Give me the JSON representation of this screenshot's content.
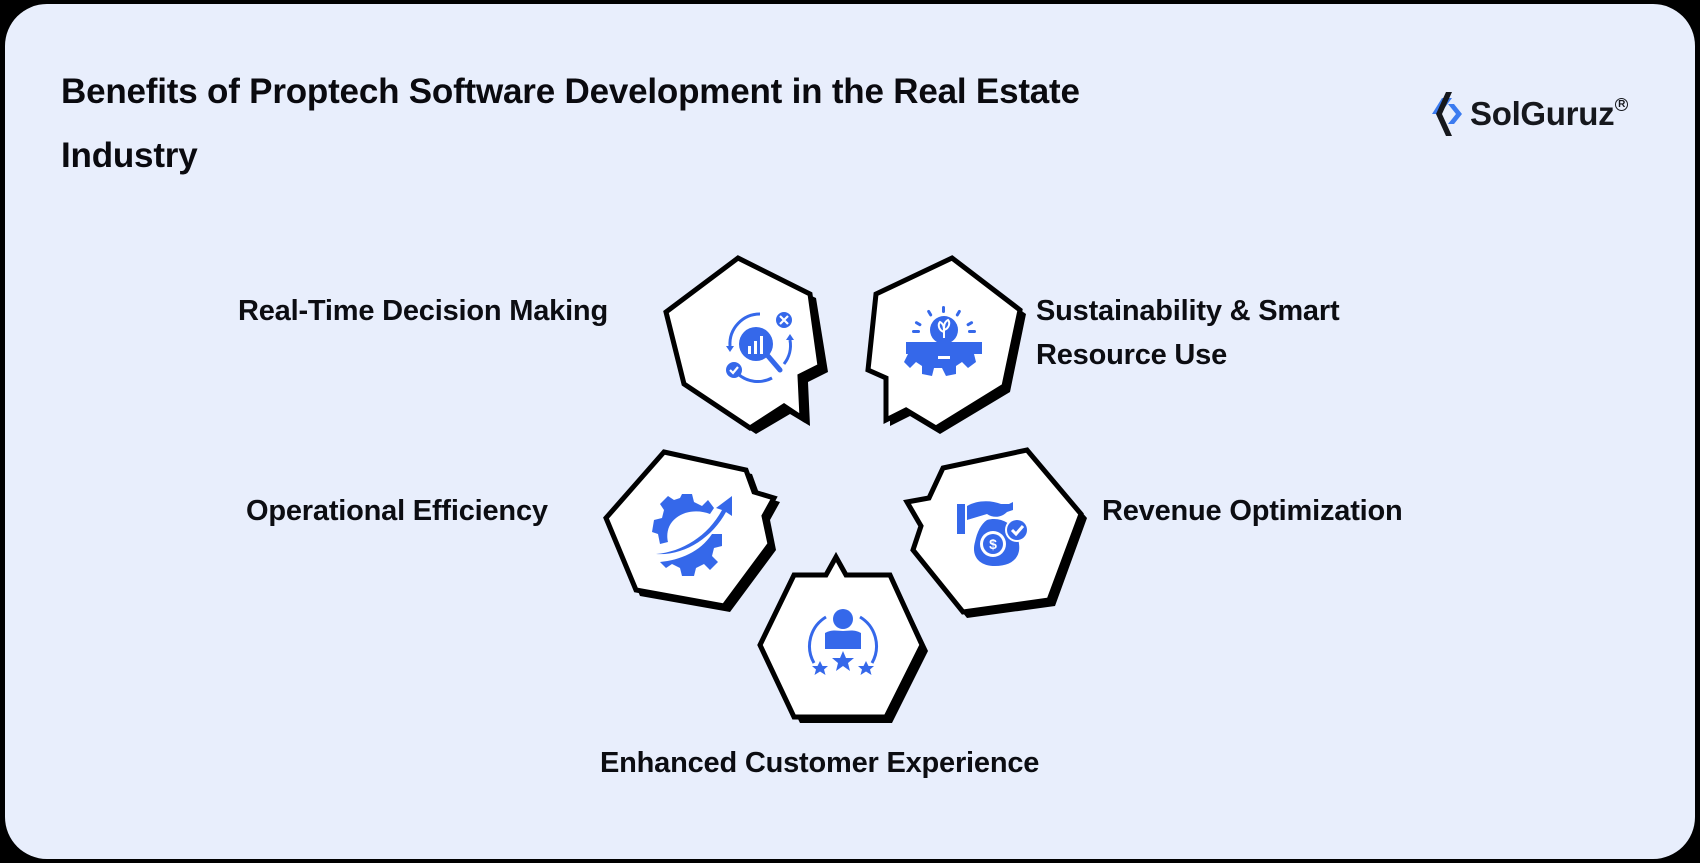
{
  "title": {
    "line1": "Benefits of Proptech Software Development in the Real Estate",
    "line2": "Industry"
  },
  "logo": {
    "text": "SolGuruz",
    "registered_mark": "R",
    "mark_colors": {
      "primary": "#3B7BF0",
      "secondary": "#16181D"
    }
  },
  "colors": {
    "background": "#E8EEFC",
    "frame": "#000000",
    "icon_blue": "#3568EA",
    "hex_fill": "#FFFFFF",
    "hex_stroke": "#000000",
    "text": "#0C0D12"
  },
  "benefits": [
    {
      "label_line1": "Real-Time Decision Making",
      "label_line2": "",
      "icon": "analytics-magnifier-icon"
    },
    {
      "label_line1": "Sustainability & Smart",
      "label_line2": "Resource Use",
      "icon": "bulb-gear-icon"
    },
    {
      "label_line1": "Operational Efficiency",
      "label_line2": "",
      "icon": "gear-arrow-icon"
    },
    {
      "label_line1": "Revenue Optimization",
      "label_line2": "",
      "icon": "hand-money-bag-icon"
    },
    {
      "label_line1": "Enhanced Customer Experience",
      "label_line2": "",
      "icon": "customer-rating-icon"
    }
  ]
}
